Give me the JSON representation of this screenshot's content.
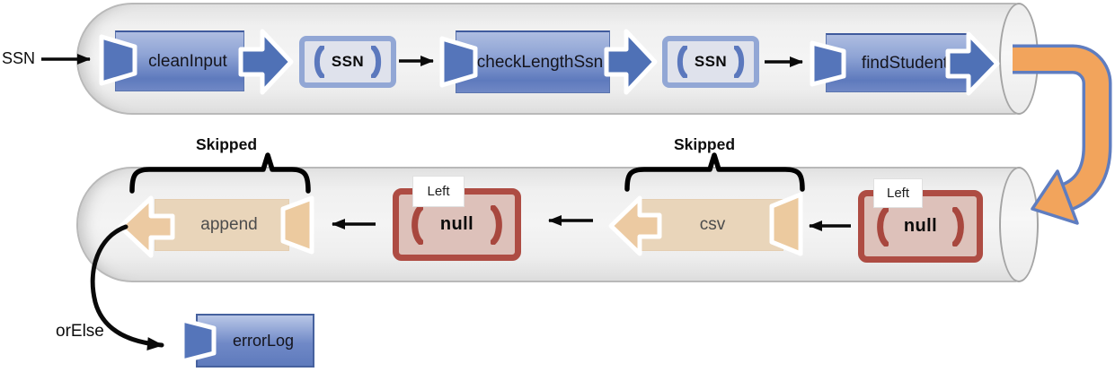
{
  "input": {
    "label": "SSN"
  },
  "top_pipe": {
    "name": "success-flow-pipe",
    "stages": [
      {
        "kind": "function",
        "label": "cleanInput"
      },
      {
        "kind": "value",
        "label": "SSN"
      },
      {
        "kind": "function",
        "label": "checkLengthSsn"
      },
      {
        "kind": "value",
        "label": "SSN"
      },
      {
        "kind": "function",
        "label": "findStudent"
      }
    ]
  },
  "bottom_pipe": {
    "name": "error-flow-pipe",
    "stages": [
      {
        "kind": "error-value",
        "label": "null",
        "annotation": "Left"
      },
      {
        "kind": "function",
        "label": "csv",
        "annotation": "Skipped"
      },
      {
        "kind": "error-value",
        "label": "null",
        "annotation": "Left"
      },
      {
        "kind": "function",
        "label": "append",
        "annotation": "Skipped"
      }
    ]
  },
  "error_handler": {
    "operator_label": "orElse",
    "function_label": "errorLog"
  },
  "colors": {
    "function_block_blue": "#5e7abd",
    "value_box_border": "#92a7d5",
    "value_box_fill": "#dfe2ec",
    "error_box_border": "#ae4c43",
    "error_box_fill": "#ddc1ba",
    "skipped_block_fill": "#e9d5ba",
    "skipped_block_arrow": "#eccaa2",
    "pipe_fill": "#f0f0f0",
    "flow_arrow_orange": "#f2a45c",
    "flow_arrow_border": "#5f7dc0",
    "annotation_black": "#0a0a0a"
  }
}
